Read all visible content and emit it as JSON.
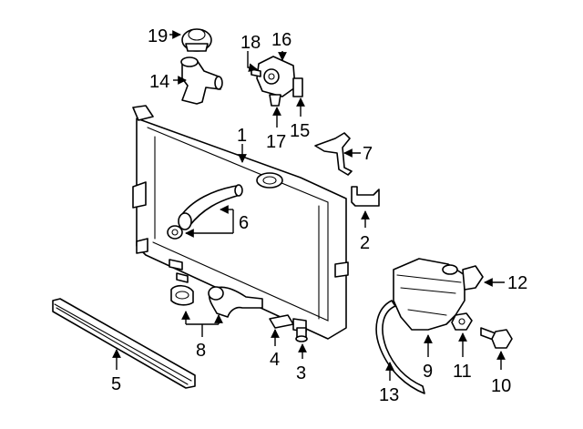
{
  "callouts": {
    "c1": "1",
    "c2": "2",
    "c3": "3",
    "c4": "4",
    "c5": "5",
    "c6": "6",
    "c7": "7",
    "c8": "8",
    "c9": "9",
    "c10": "10",
    "c11": "11",
    "c12": "12",
    "c13": "13",
    "c14": "14",
    "c15": "15",
    "c16": "16",
    "c17": "17",
    "c18": "18",
    "c19": "19"
  },
  "colors": {
    "line": "#000000",
    "fill": "#ffffff"
  }
}
